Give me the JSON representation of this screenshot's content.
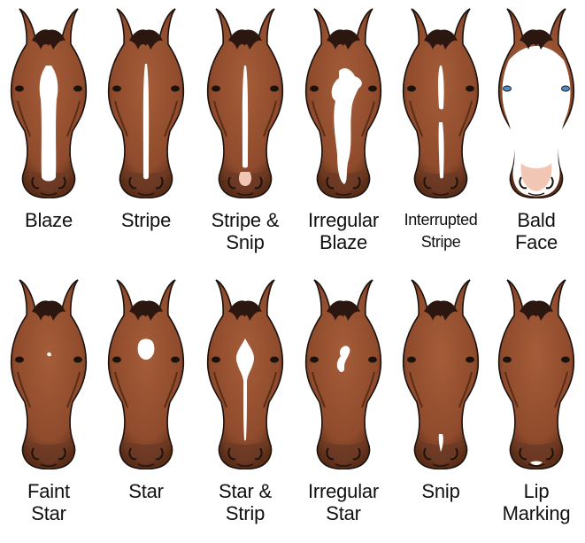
{
  "colors": {
    "coat": "#8f4b2c",
    "coat_dark": "#5a2d18",
    "coat_light": "#a55d39",
    "muzzle": "#6b3a26",
    "mane": "#2b1710",
    "outline": "#1c120d",
    "white": "#ffffff",
    "pink": "#f1c6b4",
    "eye_blue": "#4f8fc9"
  },
  "markings": [
    {
      "id": "blaze",
      "lines": [
        "Blaze"
      ]
    },
    {
      "id": "stripe",
      "lines": [
        "Stripe"
      ]
    },
    {
      "id": "stripe-snip",
      "lines": [
        "Stripe &",
        "Snip"
      ]
    },
    {
      "id": "irregular-blaze",
      "lines": [
        "Irregular",
        "Blaze"
      ]
    },
    {
      "id": "interrupted-stripe",
      "lines": [
        "Interrupted",
        "Stripe"
      ]
    },
    {
      "id": "bald-face",
      "lines": [
        "Bald",
        "Face"
      ]
    },
    {
      "id": "faint-star",
      "lines": [
        "Faint",
        "Star"
      ]
    },
    {
      "id": "star",
      "lines": [
        "Star"
      ]
    },
    {
      "id": "star-strip",
      "lines": [
        "Star &",
        "Strip"
      ]
    },
    {
      "id": "irregular-star",
      "lines": [
        "Irregular",
        "Star"
      ]
    },
    {
      "id": "snip",
      "lines": [
        "Snip"
      ]
    },
    {
      "id": "lip-marking",
      "lines": [
        "Lip",
        "Marking"
      ]
    }
  ]
}
